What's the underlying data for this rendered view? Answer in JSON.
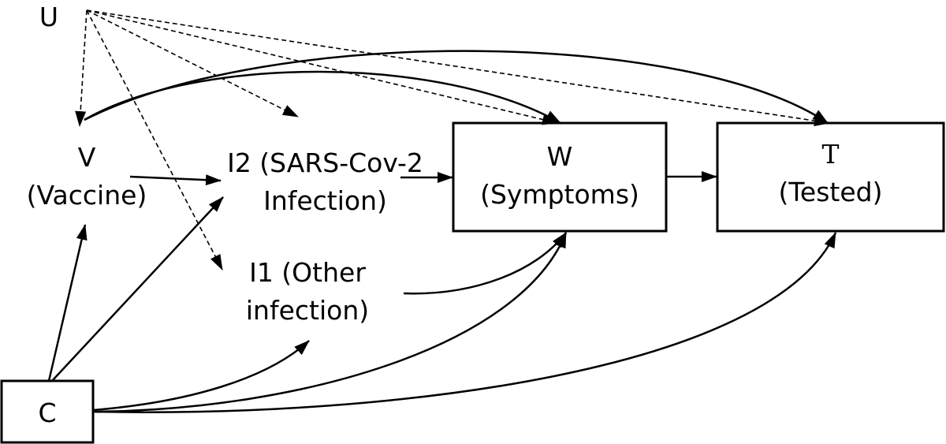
{
  "nodes": {
    "u": {
      "label": "U"
    },
    "v": {
      "line1": "V",
      "line2": "(Vaccine)"
    },
    "i2": {
      "line1": "I2 (SARS-Cov-2",
      "line2": "Infection)"
    },
    "i1": {
      "line1": "I1 (Other",
      "line2": "infection)"
    },
    "w": {
      "line1": "W",
      "line2": "(Symptoms)"
    },
    "t": {
      "line1": "T",
      "line2": "(Tested)"
    },
    "c": {
      "label": "C"
    }
  }
}
